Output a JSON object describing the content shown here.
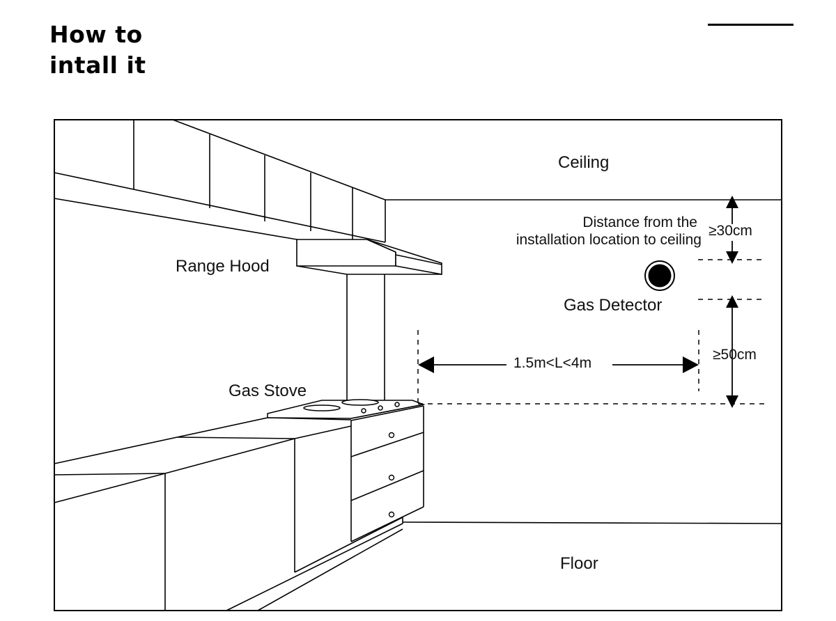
{
  "header": {
    "title_line1": "How to",
    "title_line2": "intall it"
  },
  "diagram": {
    "labels": {
      "ceiling": "Ceiling",
      "floor": "Floor",
      "range_hood": "Range Hood",
      "gas_stove": "Gas Stove",
      "gas_detector": "Gas Detector",
      "distance_line1": "Distance from the",
      "distance_line2": "installation location to ceiling"
    },
    "dimensions": {
      "ceiling_gap": "≥30cm",
      "stove_gap": "≥50cm",
      "horizontal_range": "1.5m<L<4m"
    },
    "colors": {
      "line": "#000000",
      "detector": "#000000",
      "background": "#ffffff"
    }
  }
}
